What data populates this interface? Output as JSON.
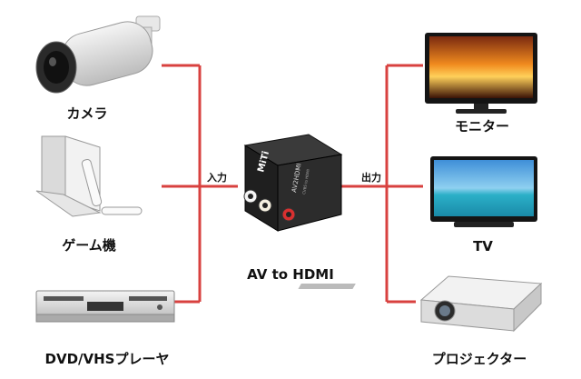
{
  "colors": {
    "connector_line": "#d8413f"
  },
  "diagram": {
    "title": "AV to HDMI",
    "input_label": "入力",
    "output_label": "出力",
    "inputs": [
      {
        "label": "カメラ",
        "icon": "security-camera-icon"
      },
      {
        "label": "ゲーム機",
        "icon": "game-console-icon"
      },
      {
        "label": "DVD/VHSプレーヤ",
        "icon": "dvd-vhs-player-icon"
      }
    ],
    "outputs": [
      {
        "label": "モニター",
        "icon": "monitor-icon"
      },
      {
        "label": "TV",
        "icon": "tv-icon"
      },
      {
        "label": "プロジェクター",
        "icon": "projector-icon"
      }
    ],
    "converter": {
      "icon": "av-hdmi-converter-icon",
      "brand_text": "MiTi",
      "model_text": "AV2HDMI",
      "sub_text": "CVBS to HDMI"
    }
  }
}
